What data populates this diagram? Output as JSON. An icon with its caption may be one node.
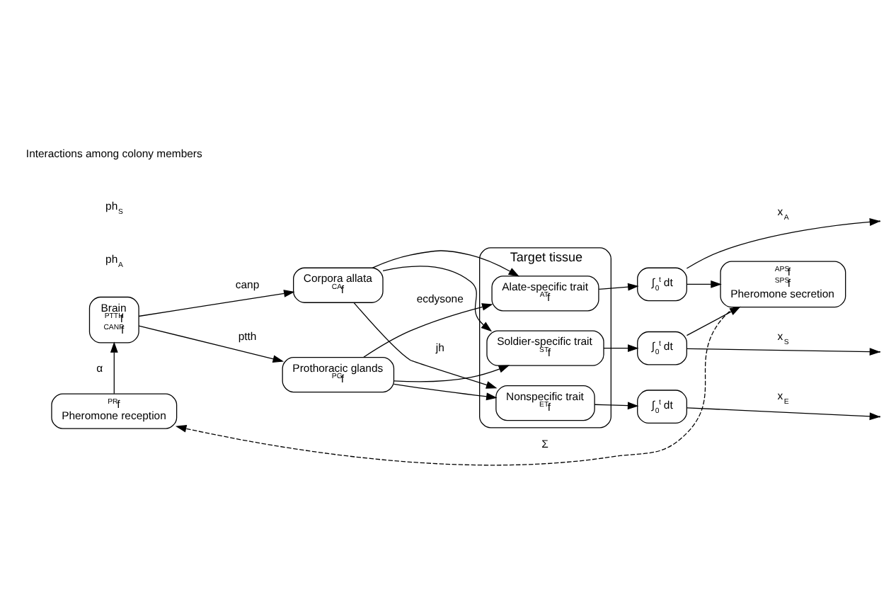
{
  "diagram": {
    "nodes": [
      {
        "text": [
          "Brain",
          "$^{PTTH}$f",
          "$^{CANP}$f"
        ]
      },
      {
        "text": [
          "Prothoracic glands",
          "$^{PG}$f"
        ]
      },
      {
        "text": [
          "Corpora allata",
          "$^{CA}$f"
        ]
      },
      {
        "text": [
          "Target tissue"
        ]
      },
      {
        "text": [
          "Alate-specific trait",
          "$^{AT}$f"
        ],
        "in": 3
      },
      {
        "text": [
          "Soldier-specific trait",
          "$^{ST}$f"
        ],
        "in": 3
      },
      {
        "text": [
          "Nonspecific trait",
          "$^{ET}$f"
        ],
        "in": 3
      },
      {
        "text": [
          "∫$_{0}$$^{t}$ dt"
        ]
      },
      {
        "text": [
          "∫$_{0}$$^{t}$ dt"
        ]
      },
      {
        "text": [
          "∫$_{0}$$^{t}$ dt"
        ]
      },
      {
        "text": [
          "$^{APS}$f",
          "$^{SPS}$f",
          "Pheromone secretion"
        ]
      },
      {
        "text": [
          "$^{PR}$f",
          "Pheromone reception"
        ]
      }
    ],
    "edges": [
      {
        "from": 0,
        "to": 1,
        "arrow": "to",
        "label": "ptth"
      },
      {
        "from": 0,
        "to": 2,
        "arrow": "to",
        "label": "canp"
      },
      {
        "from": 1,
        "to": 4,
        "arrow": "to",
        "label": "ecdysone"
      },
      {
        "from": 1,
        "to": 5,
        "arrow": "to"
      },
      {
        "from": 1,
        "to": 6,
        "arrow": "to"
      },
      {
        "from": 2,
        "to": 4,
        "arrow": "to"
      },
      {
        "from": 2,
        "to": 5,
        "arrow": "to"
      },
      {
        "from": 2,
        "to": 6,
        "arrow": "to",
        "label": "jh"
      },
      {
        "from": 4,
        "to": 7,
        "arrow": "to"
      },
      {
        "from": 5,
        "to": 8,
        "arrow": "to"
      },
      {
        "from": 6,
        "to": 9,
        "arrow": "to"
      },
      {
        "from": 7,
        "to": null,
        "arrow": "to",
        "label": "x$_{A}$"
      },
      {
        "from": 8,
        "to": null,
        "arrow": "to",
        "label": "x$_{S}$"
      },
      {
        "from": 9,
        "to": null,
        "arrow": "to",
        "label": "x$_{E}$"
      },
      {
        "from": 7,
        "to": 10,
        "arrow": "to"
      },
      {
        "from": 8,
        "to": 10,
        "arrow": "to"
      },
      {
        "from": 10,
        "to": 11,
        "arrow": "to",
        "style": "dashed",
        "label": "Σ"
      },
      {
        "from": 11,
        "to": 0,
        "arrow": "to",
        "label": "α"
      }
    ],
    "labels": [
      "ph$_{A}$",
      "ph$_{S}$",
      "Interactions among colony members"
    ]
  }
}
